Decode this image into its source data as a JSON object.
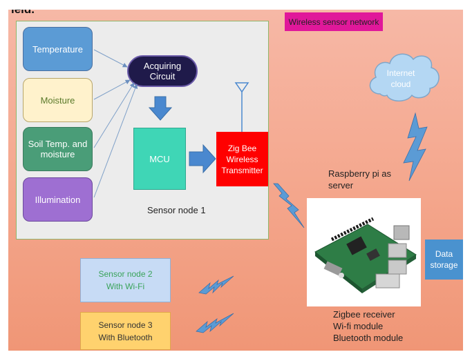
{
  "heading_cut": "ield.",
  "wsn_label": "Wireless sensor network",
  "cloud": {
    "line1": "Internet",
    "line2": "cloud"
  },
  "sensors": [
    {
      "label": "Temperature"
    },
    {
      "label": "Moisture"
    },
    {
      "label": "Soil Temp. and moisture"
    },
    {
      "label": "Illumination"
    }
  ],
  "acquiring": {
    "line1": "Acquiring",
    "line2": "Circuit"
  },
  "mcu": "MCU",
  "zigbee": {
    "line1": "Zig Bee",
    "line2": "Wireless",
    "line3": "Transmitter"
  },
  "sensor_node1": "Sensor node 1",
  "raspberry": {
    "line1": "Raspberry pi as",
    "line2": "server"
  },
  "data_storage": {
    "line1": "Data",
    "line2": "storage"
  },
  "node2": {
    "line1": "Sensor node 2",
    "line2": "With Wi-Fi"
  },
  "node3": {
    "line1": "Sensor node 3",
    "line2": "With Bluetooth"
  },
  "receiver": {
    "line1": "Zigbee receiver",
    "line2": "Wi-fi module",
    "line3": "Bluetooth module"
  },
  "colors": {
    "temperature": "#5b9bd5",
    "moisture": "#fff2cc",
    "soil": "#4a9d78",
    "illumination": "#9e6fd2",
    "acquiring": "#1f1a4a",
    "mcu": "#3fd6b6",
    "zigbee": "#ff0000",
    "wsn": "#e0189a",
    "cloud": "#b4d7f3",
    "bolt": "#5b9bd5",
    "node2": "#c7dbf5",
    "node3": "#ffd26e"
  }
}
